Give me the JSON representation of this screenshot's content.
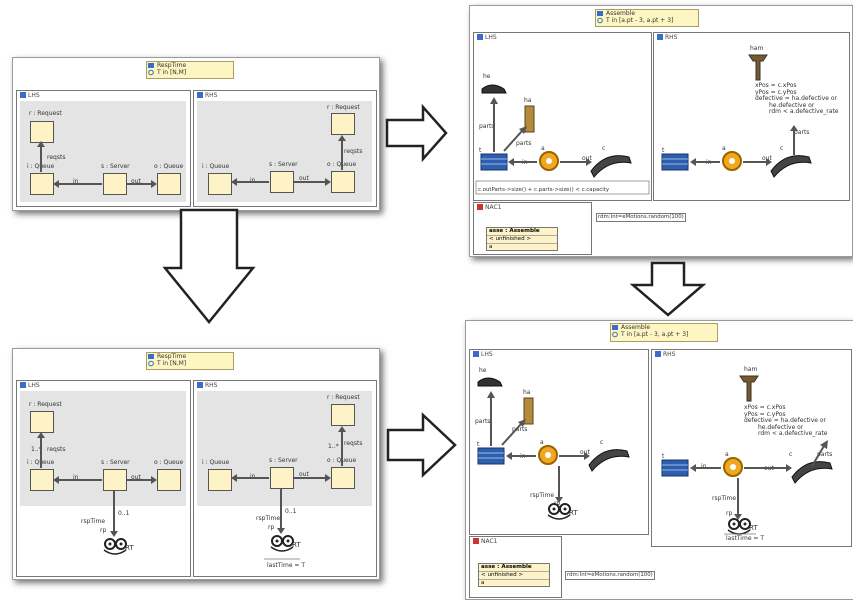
{
  "resptime": {
    "title": "RespTime",
    "condition": "T in [N,M]",
    "lhs_tab": "LHS",
    "rhs_tab": "RHS",
    "request_label": "r : Request",
    "queue_i": "i : Queue",
    "server": "s : Server",
    "queue_o": "o : Queue",
    "edge_in": "in",
    "edge_out": "out",
    "edge_reqsts": "reqsts",
    "mult": "1..*",
    "rsp_time": "rspTime",
    "rsp_mult": "0..1",
    "rp": "rp",
    "rt": "RT",
    "last_time": "lastTime  = T"
  },
  "assemble": {
    "title": "Assemble",
    "condition": "T in [a.pt - 3, a.pt + 3]",
    "lhs_tab": "LHS",
    "rhs_tab": "RHS",
    "he": "he",
    "ha": "ha",
    "ham": "ham",
    "t": "t",
    "a": "a",
    "c": "c",
    "parts": "parts",
    "in": "in",
    "out": "out",
    "lhs_constraint": "c.outParts->size() + c.parts->size() < c.capacity",
    "ham_attrs": [
      "xPos = c.xPos",
      "yPos = c.yPos",
      "defective = ha.defective or",
      "he.defective or",
      "rdm < a.defective_rate"
    ],
    "nac_tab": "NAC1",
    "nac_obj": "asse : Assemble",
    "nac_state": "< unfinished >",
    "nac_a": "a",
    "var_decl": "rdm:Int=eMotions.random(100)",
    "rsp_time": "rspTime",
    "rp": "rp",
    "rt": "RT",
    "last_time": "lastTime  = T"
  }
}
